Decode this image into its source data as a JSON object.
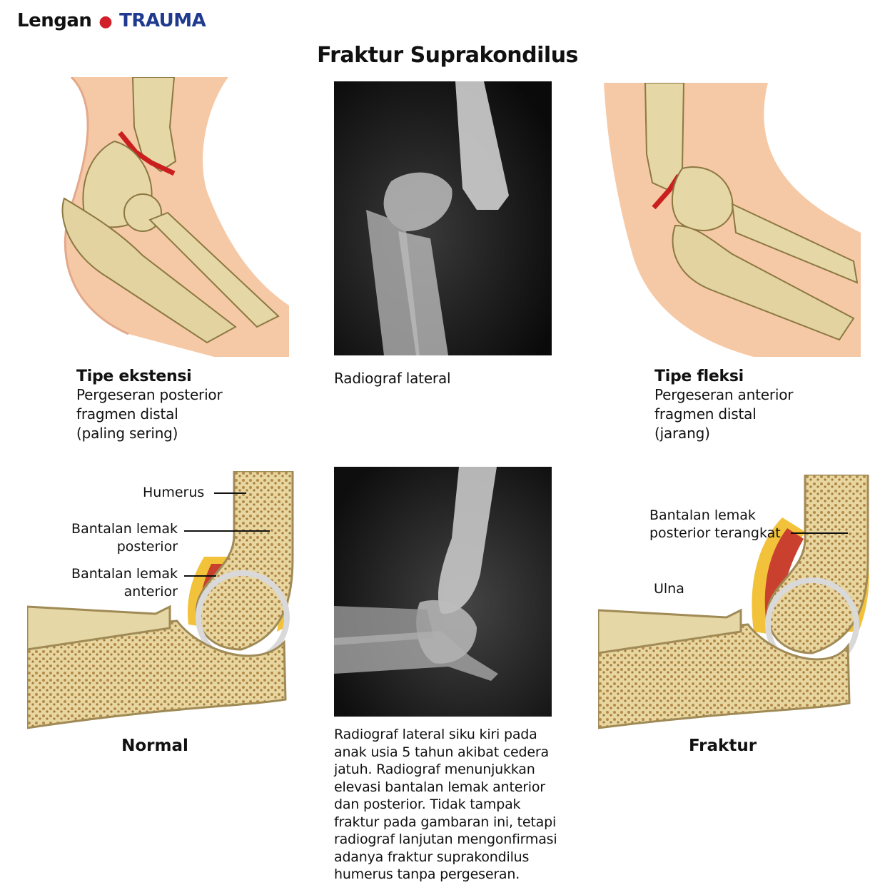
{
  "header": {
    "section": "Lengan",
    "category": "TRAUMA",
    "dot_color": "#d2202a",
    "category_color": "#1f3a8f"
  },
  "title": "Fraktur Suprakondilus",
  "panels": {
    "extension": {
      "heading": "Tipe ekstensi",
      "lines": [
        "Pergeseran posterior",
        "fragmen distal",
        "(paling sering)"
      ]
    },
    "xray_top": {
      "caption": "Radiograf lateral"
    },
    "flexion": {
      "heading": "Tipe fleksi",
      "lines": [
        "Pergeseran anterior",
        "fragmen distal",
        "(jarang)"
      ]
    },
    "normal": {
      "title": "Normal",
      "labels": {
        "humerus": "Humerus",
        "post_fat_1": "Bantalan lemak",
        "post_fat_2": "posterior",
        "ant_fat_1": "Bantalan lemak",
        "ant_fat_2": "anterior"
      }
    },
    "xray_bottom": {
      "caption_lines": [
        "Radiograf lateral siku kiri pada",
        "anak usia 5 tahun akibat cedera",
        "jatuh. Radiograf menunjukkan",
        "elevasi bantalan lemak anterior",
        "dan posterior. Tidak tampak",
        "fraktur pada gambaran ini, tetapi",
        "radiograf lanjutan mengonfirmasi",
        "adanya fraktur suprakondilus",
        "humerus tanpa pergeseran."
      ]
    },
    "fracture": {
      "title": "Fraktur",
      "labels": {
        "post_fat_1": "Bantalan lemak",
        "post_fat_2": "posterior terangkat",
        "ulna": "Ulna"
      }
    }
  },
  "colors": {
    "bone": "#e6d7a6",
    "bone_dark": "#b79f62",
    "skin": "#f6c9a6",
    "fat_yellow": "#f2c23a",
    "fat_red": "#c9402e",
    "fracture_red": "#c91f1f"
  }
}
